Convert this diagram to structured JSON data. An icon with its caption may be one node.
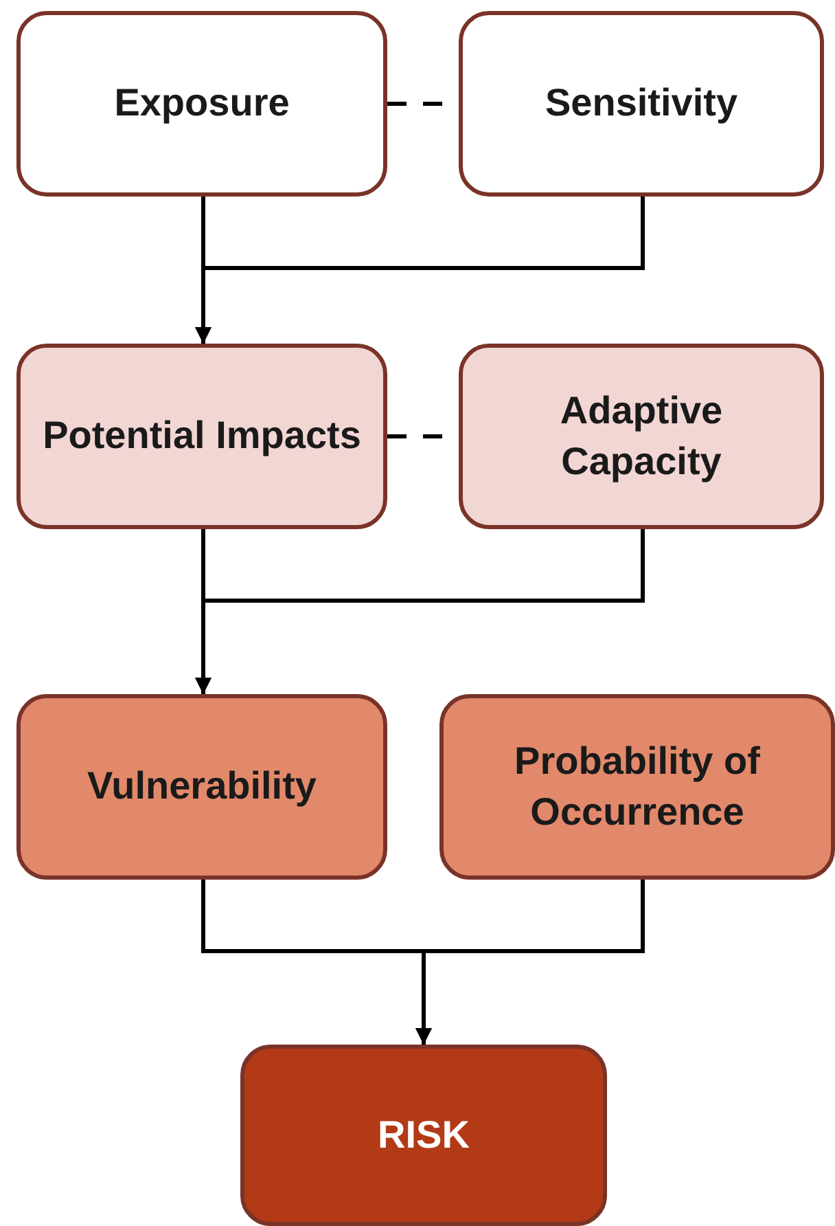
{
  "diagram": {
    "nodes": [
      {
        "text": [
          "Exposure"
        ]
      },
      {
        "text": [
          "Sensitivity"
        ]
      },
      {
        "text": [
          "Potential Impacts"
        ]
      },
      {
        "text": [
          "Adaptive Capacity"
        ]
      },
      {
        "text": [
          "Vulnerability"
        ]
      },
      {
        "text": [
          "Probability of Occurrence"
        ]
      },
      {
        "text": [
          "RISK"
        ]
      }
    ],
    "edges": [
      {
        "from": 0,
        "to": 1,
        "arrow": "none",
        "style": "dashed"
      },
      {
        "from": 0,
        "to": 2,
        "arrow": "to"
      },
      {
        "from": 1,
        "to": 2,
        "arrow": "to"
      },
      {
        "from": 2,
        "to": 3,
        "arrow": "none",
        "style": "dashed"
      },
      {
        "from": 2,
        "to": 4,
        "arrow": "to"
      },
      {
        "from": 3,
        "to": 4,
        "arrow": "to"
      },
      {
        "from": 4,
        "to": 6,
        "arrow": "to"
      },
      {
        "from": 5,
        "to": 6,
        "arrow": "to"
      }
    ]
  }
}
